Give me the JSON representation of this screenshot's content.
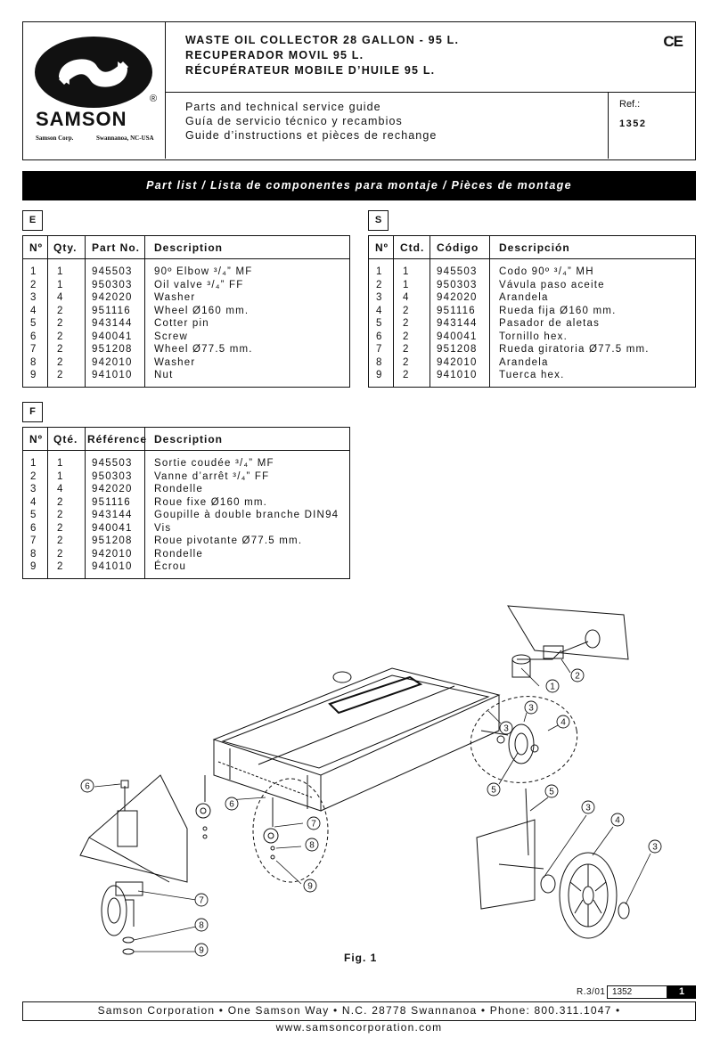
{
  "header": {
    "brand": "SAMSON",
    "registered": "®",
    "brand_corp": "Samson Corp.",
    "brand_location": "Swannanoa, NC-USA",
    "titles": [
      "WASTE OIL COLLECTOR 28 GALLON - 95 L.",
      "RECUPERADOR MOVIL 95 L.",
      "RÉCUPÉRATEUR MOBILE D’HUILE 95 L."
    ],
    "ce_mark": "CE",
    "guides": [
      "Parts and technical service guide",
      "Guía de servicio técnico y recambios",
      "Guide d’instructions et pièces de rechange"
    ],
    "ref_label": "Ref.:",
    "ref_number": "1352"
  },
  "part_list_title": "Part list / Lista de componentes para montaje / Pièces de montage",
  "tables": {
    "english": {
      "tab": "E",
      "headers": [
        "Nº",
        "Qty.",
        "Part No.",
        "Description"
      ],
      "rows": [
        [
          "1",
          "1",
          "945503",
          "90º Elbow ³/₄” MF"
        ],
        [
          "2",
          "1",
          "950303",
          "Oil valve ³/₄” FF"
        ],
        [
          "3",
          "4",
          "942020",
          "Washer"
        ],
        [
          "4",
          "2",
          "951116",
          "Wheel Ø160 mm."
        ],
        [
          "5",
          "2",
          "943144",
          "Cotter pin"
        ],
        [
          "6",
          "2",
          "940041",
          "Screw"
        ],
        [
          "7",
          "2",
          "951208",
          "Wheel Ø77.5 mm."
        ],
        [
          "8",
          "2",
          "942010",
          "Washer"
        ],
        [
          "9",
          "2",
          "941010",
          "Nut"
        ]
      ]
    },
    "spanish": {
      "tab": "S",
      "headers": [
        "Nº",
        "Ctd.",
        "Código",
        "Descripción"
      ],
      "rows": [
        [
          "1",
          "1",
          "945503",
          "Codo 90º ³/₄” MH"
        ],
        [
          "2",
          "1",
          "950303",
          "Vávula paso aceite"
        ],
        [
          "3",
          "4",
          "942020",
          "Arandela"
        ],
        [
          "4",
          "2",
          "951116",
          "Rueda fija Ø160 mm."
        ],
        [
          "5",
          "2",
          "943144",
          "Pasador de aletas"
        ],
        [
          "6",
          "2",
          "940041",
          "Tornillo hex."
        ],
        [
          "7",
          "2",
          "951208",
          "Rueda giratoria Ø77.5 mm."
        ],
        [
          "8",
          "2",
          "942010",
          "Arandela"
        ],
        [
          "9",
          "2",
          "941010",
          "Tuerca hex."
        ]
      ]
    },
    "french": {
      "tab": "F",
      "headers": [
        "Nº",
        "Qté.",
        "Référence",
        "Description"
      ],
      "rows": [
        [
          "1",
          "1",
          "945503",
          "Sortie coudée ³/₄” MF"
        ],
        [
          "2",
          "1",
          "950303",
          "Vanne d’arrêt ³/₄” FF"
        ],
        [
          "3",
          "4",
          "942020",
          "Rondelle"
        ],
        [
          "4",
          "2",
          "951116",
          "Roue fixe Ø160 mm."
        ],
        [
          "5",
          "2",
          "943144",
          "Goupille à double branche DIN94"
        ],
        [
          "6",
          "2",
          "940041",
          "Vis"
        ],
        [
          "7",
          "2",
          "951208",
          "Roue pivotante Ø77.5 mm."
        ],
        [
          "8",
          "2",
          "942010",
          "Rondelle"
        ],
        [
          "9",
          "2",
          "941010",
          "Écrou"
        ]
      ]
    }
  },
  "figure": {
    "label": "Fig. 1",
    "callouts": [
      "1",
      "2",
      "3",
      "3",
      "4",
      "5",
      "6",
      "6",
      "7",
      "8",
      "9",
      "5",
      "3",
      "4",
      "3",
      "7",
      "8",
      "9"
    ]
  },
  "footer": {
    "revision": "R.3/01",
    "ref": "1352",
    "page": "1",
    "contact": "Samson Corporation • One Samson Way • N.C. 28778 Swannanoa • Phone: 800.311.1047 • www.samsoncorporation.com"
  }
}
